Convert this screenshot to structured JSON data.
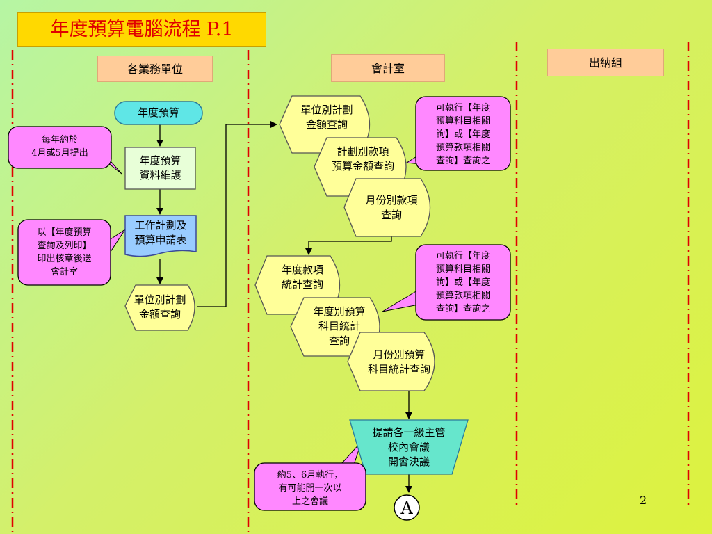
{
  "title": "年度預算電腦流程 P.1",
  "lanes": {
    "units": "各業務單位",
    "accounting": "會計室",
    "cashier": "出納組"
  },
  "nodes": {
    "annual_budget": "年度預算",
    "budget_maintain": [
      "年度預算",
      "資料維護"
    ],
    "work_plan": [
      "工作計劃及",
      "預算申請表"
    ],
    "unit_query_left": [
      "單位別計劃",
      "金額查詢"
    ],
    "unit_query_right": [
      "單位別計劃",
      "金額查詢"
    ],
    "plan_query": [
      "計劃別款項",
      "預算金額查詢"
    ],
    "month_query": [
      "月份別款項",
      "查詢"
    ],
    "annual_item_query": [
      "年度款項",
      "統計查詢"
    ],
    "annual_subject_query": [
      "年度別預算",
      "科目統計",
      "查詢"
    ],
    "month_subject_query": [
      "月份別預算",
      "科目統計查詢"
    ],
    "meeting": [
      "提請各一級主管",
      "校內會議",
      "開會決議"
    ],
    "connector_a": "A"
  },
  "callouts": {
    "yearly": [
      "每年約於",
      "4月或5月提出"
    ],
    "print": [
      "以【年度預算",
      "查詢及列印】",
      "印出核章後送",
      "會計室"
    ],
    "exec_top": [
      "可執行【年度",
      "預算科目相關",
      "詢】或【年度",
      "預算款項相關",
      "查詢】查詢之"
    ],
    "exec_mid": [
      "可執行【年度",
      "預算科目相關",
      "詢】或【年度",
      "預算款項相關",
      "查詢】查詢之"
    ],
    "meeting_note": [
      "約5、6月執行，",
      "有可能開一次以",
      "上之會議"
    ]
  },
  "page_number": "2",
  "colors": {
    "title_bg": "#ffd900",
    "title_text": "#e00000",
    "lane_header_bg": "#ffcc99",
    "terminal_bg": "#5fe6e6",
    "process_bg": "#e8ffd8",
    "document_bg": "#99ccff",
    "display_bg": "#ffff99",
    "manual_bg": "#66e6cc",
    "callout_bg": "#ff88ff",
    "lane_line": "#e00000"
  }
}
